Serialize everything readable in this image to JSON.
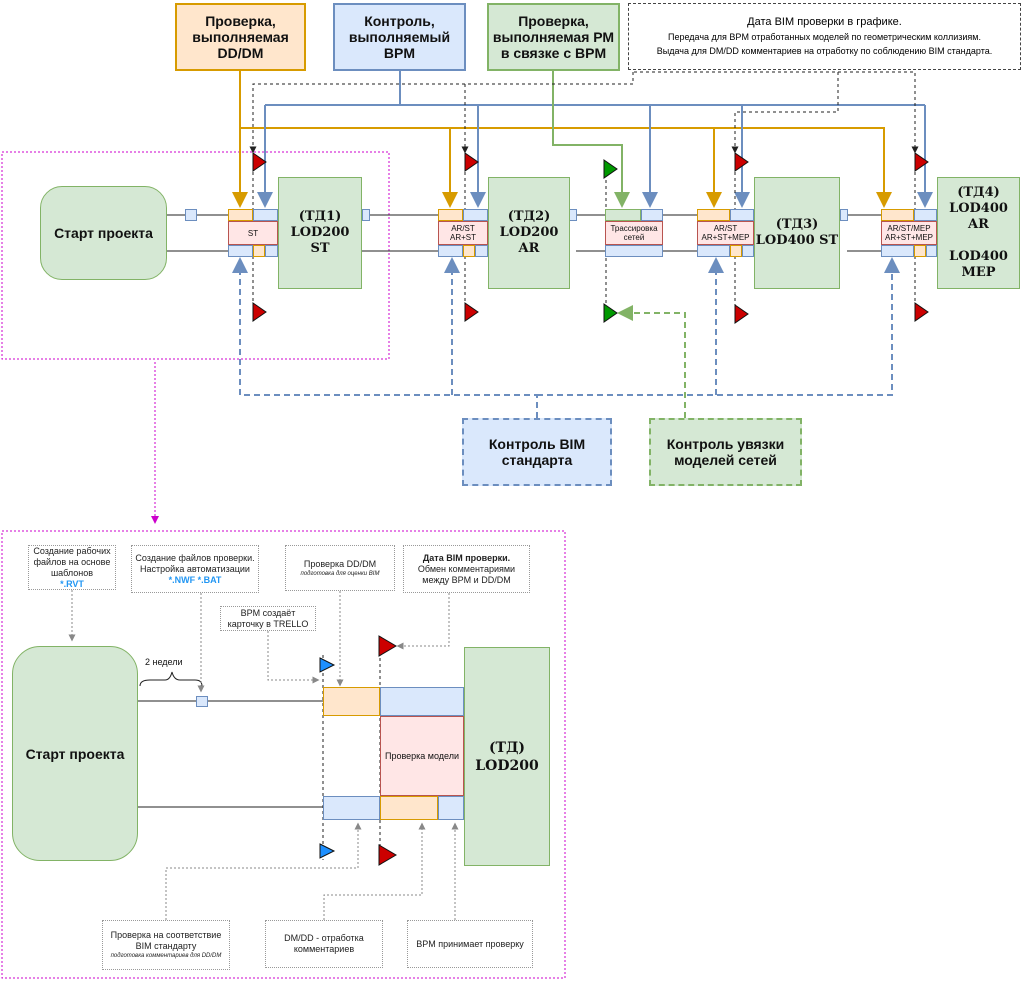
{
  "header": {
    "check_dd": "Проверка,\nвыполняемая\nDD/DM",
    "control_bpm": "Контроль,\nвыполняемый\nBPM",
    "check_rm": "Проверка,\nвыполняемая РМ\nв связке с BPM",
    "bim_date_title": "Дата BIM проверки в графике.",
    "bim_date_line1": "Передача для BPM отработанных моделей по геометрическим коллизиям.",
    "bim_date_line2": "Выдача для DM/DD комментариев на отработку по соблюдению BIM стандарта."
  },
  "top": {
    "start": "Старт проекта",
    "gate1": "ST",
    "gate2": "AR/ST\nAR+ST",
    "gate3": "Трассировка\nсетей",
    "gate4": "AR/ST\nAR+ST+MEP",
    "gate5": "AR/ST/MEP\nAR+ST+MEP",
    "td1": "(ТД1)\nLOD200 ST",
    "td2": "(ТД2)\nLOD200 AR",
    "td3": "(ТД3)\nLOD400 ST",
    "td4": "(ТД4)\nLOD400 AR\n\nLOD400 MEP",
    "bim_control": "Контроль BIM\nстандарта",
    "net_control": "Контроль увязки\nмоделей сетей"
  },
  "detail": {
    "start": "Старт проекта",
    "note1": "Создание рабочих файлов на основе шаблонов",
    "note1_ext": "*.RVT",
    "note2": "Создание файлов проверки. Настройка автоматизации",
    "note2_ext": "*.NWF *.BAT",
    "note3": "Проверка DD/DM",
    "note3_sub": "подготовка для оценки BIM",
    "note4_bold": "Дата BIM проверки.",
    "note4": "Обмен комментариями между BPM и DD/DM",
    "note5": "BPM создаёт карточку в TRELLO",
    "two_weeks": "2 недели",
    "model_check": "Проверка модели",
    "td": "(ТД)\nLOD200",
    "note6": "Проверка на соответствие BIM стандарту",
    "note6_sub": "подготовка комментариев для DD/DM",
    "note7": "DM/DD - отработка комментариев",
    "note8": "BPM принимает проверку"
  },
  "colors": {
    "orange": "#d79b00",
    "blue": "#6c8ebf",
    "green": "#82b366",
    "magenta": "#cc00cc",
    "red_flag": "#cc0000",
    "green_flag": "#009900",
    "blue_flag": "#1e90ff"
  }
}
